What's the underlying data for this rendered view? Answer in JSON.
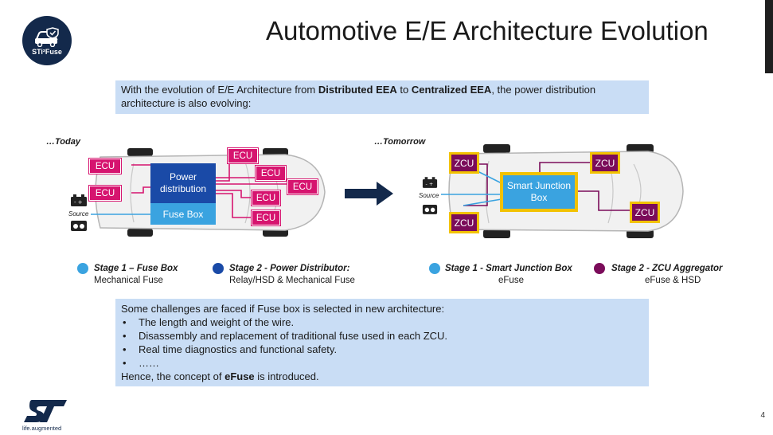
{
  "header": {
    "title": "Automotive E/E Architecture Evolution",
    "badge_text": "STi²Fuse"
  },
  "intro": {
    "part1": "With the evolution of E/E Architecture from ",
    "bold1": "Distributed EEA",
    "part2": " to ",
    "bold2": "Centralized EEA",
    "part3": ", the power distribution architecture is also evolving:"
  },
  "today": {
    "label": "…Today",
    "ecu_label": "ECU",
    "power_box": "Power distribution",
    "fuse_box": "Fuse Box",
    "source_label": "Source"
  },
  "tomorrow": {
    "label": "…Tomorrow",
    "zcu_label": "ZCU",
    "sjb": "Smart  Junction Box",
    "source_label": "Source"
  },
  "legend": [
    {
      "title": "Stage 1 – Fuse Box",
      "sub": "Mechanical Fuse",
      "color": "#3aa3e0"
    },
    {
      "title": "Stage 2 - Power Distributor:",
      "sub": "Relay/HSD & Mechanical Fuse",
      "color": "#1a4aa7"
    },
    {
      "title": "Stage 1 - Smart Junction Box",
      "sub": "eFuse",
      "color": "#3aa3e0"
    },
    {
      "title": "Stage 2 - ZCU Aggregator",
      "sub": "eFuse & HSD",
      "color": "#7b0c5a"
    }
  ],
  "challenges": {
    "intro": "Some challenges are faced if Fuse box is selected in new architecture:",
    "items": [
      "The length and weight of the wire.",
      "Disassembly and replacement of traditional fuse used in each ZCU.",
      "Real time diagnostics and functional safety.",
      "……"
    ],
    "conclusion_pre": "Hence, the concept of ",
    "conclusion_bold": "eFuse",
    "conclusion_post": " is introduced."
  },
  "footer": {
    "tagline": "life.augmented",
    "page_number": "4"
  },
  "colors": {
    "ecu": "#d6146f",
    "power_distribution": "#1a4aa7",
    "fuse_box": "#3aa3e0",
    "zcu": "#7b0c5a",
    "zcu_border": "#f2c200",
    "highlight_box": "#c9ddf5",
    "navy": "#13294b"
  }
}
